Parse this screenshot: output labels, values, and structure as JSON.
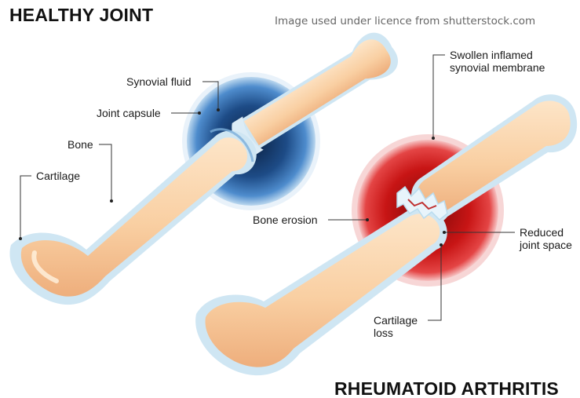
{
  "titles": {
    "healthy": "HEALTHY JOINT",
    "ra": "RHEUMATOID ARTHRITIS"
  },
  "watermark": "Image used under licence from shutterstock.com",
  "labels": {
    "synovial_fluid": "Synovial fluid",
    "joint_capsule": "Joint capsule",
    "bone": "Bone",
    "cartilage": "Cartilage",
    "swollen_line1": "Swollen inflamed",
    "swollen_line2": "synovial membrane",
    "bone_erosion": "Bone erosion",
    "reduced_line1": "Reduced",
    "reduced_line2": "joint space",
    "cartilage_loss_line1": "Cartilage",
    "cartilage_loss_line2": "loss"
  },
  "colors": {
    "bone_light": "#fde3c6",
    "bone_dark": "#f2b887",
    "cartilage": "#cfe6f3",
    "capsule_blue": "#2b5f9e",
    "membrane_red": "#d11f1f"
  }
}
